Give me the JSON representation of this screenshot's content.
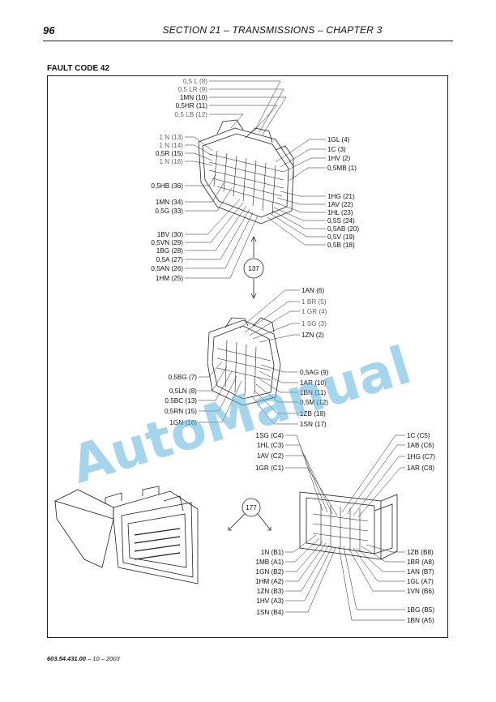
{
  "header": {
    "page_number": "96",
    "section": "SECTION 21 – TRANSMISSIONS – CHAPTER 3"
  },
  "title": "FAULT CODE 42",
  "footer": {
    "doc_number": "603.54.431.00",
    "suffix": " – 10 – 2003"
  },
  "watermark": "AutoManual",
  "connector1": {
    "labels_top": [
      "0,5 L (8)",
      "0,5 LR (9)",
      "1MN (10)",
      "0,5HR (11)",
      "0,5 LB (12)"
    ],
    "labels_left_upper": [
      "1 N (13)",
      "1 N (14)",
      "0,5R (15)",
      "1 N (16)"
    ],
    "labels_left_mid": [
      "0,5HB (36)",
      "1MN (34)",
      "0,5G (33)"
    ],
    "labels_left_lower": [
      "1BV (30)",
      "0,5VN (29)",
      "1BG (28)",
      "0,5A (27)",
      "0,5AN (26)",
      "1HM (25)"
    ],
    "labels_right_upper": [
      "1GL (4)",
      "1C (3)",
      "1HV (2)",
      "0,5MB (1)"
    ],
    "labels_right_lower": [
      "1HG (21)",
      "1AV (22)",
      "1HL (23)",
      "0,5S (24)",
      "0,5AB (20)",
      "0,5V (19)",
      "0,5B (18)"
    ]
  },
  "link_137": "137",
  "connector2": {
    "labels_top": [
      "1AN (6)",
      "1 BR (5)",
      "1 GR (4)",
      "1 SG (3)",
      "1ZN (2)"
    ],
    "labels_left": [
      "0,5BG (7)",
      "0,5LN (8)",
      "0,5BC (13)",
      "0,5RN (15)",
      "1GN (16)"
    ],
    "labels_right": [
      "0,5AG (9)",
      "1AR (10)",
      "1BN (11)",
      "0,5M (12)",
      "1ZB (18)",
      "1SN (17)"
    ]
  },
  "link_177": "177",
  "connector3": {
    "labels_top_left": [
      "1SG (C4)",
      "1HL (C3)",
      "1AV (C2)",
      "1GR (C1)"
    ],
    "labels_top_right": [
      "1C (C5)",
      "1AB (C6)",
      "1HG (C7)",
      "1AR (C8)"
    ],
    "labels_bottom_left": [
      "1N (B1)",
      "1MB (A1)",
      "1GN (B2)",
      "1HM (A2)",
      "1ZN (B3)",
      "1HV (A3)",
      "1SN (B4)"
    ],
    "labels_bottom_right": [
      "1ZB (B8)",
      "1BR (A8)",
      "1AN (B7)",
      "1GL (A7)",
      "1VN (B6)",
      "1BG (B5)",
      "1BN (A5)"
    ]
  },
  "colors": {
    "watermark": "#5ab4e0",
    "ink": "#111111"
  }
}
